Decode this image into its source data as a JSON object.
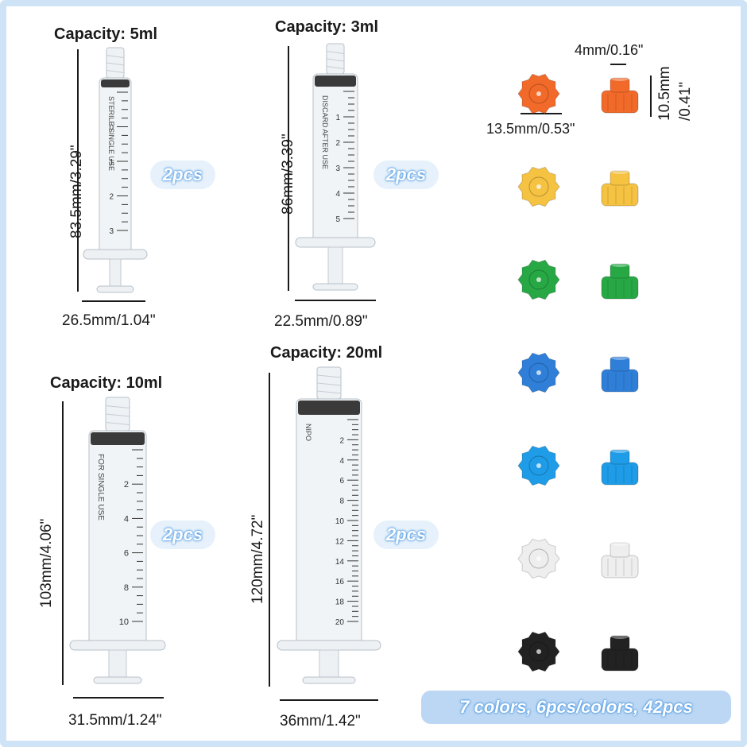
{
  "syringes": [
    {
      "capacity": "Capacity: 5ml",
      "height": "83.5mm/3.29\"",
      "width": "26.5mm/1.04\"",
      "qty": "2pcs"
    },
    {
      "capacity": "Capacity: 3ml",
      "height": "86mm/3.39\"",
      "width": "22.5mm/0.89\"",
      "qty": "2pcs"
    },
    {
      "capacity": "Capacity: 10ml",
      "height": "103mm/4.06\"",
      "width": "31.5mm/1.24\"",
      "qty": "2pcs"
    },
    {
      "capacity": "Capacity: 20ml",
      "height": "120mm/4.72\"",
      "width": "36mm/1.42\"",
      "qty": "2pcs"
    }
  ],
  "barrel_marks": {
    "s5": [
      "0",
      "1",
      "2",
      "3"
    ],
    "s3": [
      "1",
      "2",
      "3",
      "4",
      "5"
    ],
    "s10": [
      "2",
      "4",
      "6",
      "8",
      "10"
    ],
    "s20": [
      "2",
      "4",
      "6",
      "8",
      "10",
      "12",
      "14",
      "16",
      "18",
      "20"
    ]
  },
  "barrel_text": {
    "s5": "STERILE SINGLE USE",
    "s3": "DISCARD AFTER USE",
    "s10": "FOR SINGLE USE",
    "s20": "NIPO"
  },
  "caps": {
    "top_width": "4mm/0.16\"",
    "diameter": "13.5mm/0.53\"",
    "height": "10.5mm",
    "height_in": "/0.41\"",
    "colors": [
      "#f26a2a",
      "#f5c242",
      "#27a845",
      "#2f7fd8",
      "#1f9ce8",
      "#eeeeee",
      "#222222"
    ],
    "color_names": [
      "orange",
      "yellow",
      "green",
      "blue",
      "light-blue",
      "white",
      "black"
    ]
  },
  "footer": "7 colors, 6pcs/colors, 42pcs"
}
